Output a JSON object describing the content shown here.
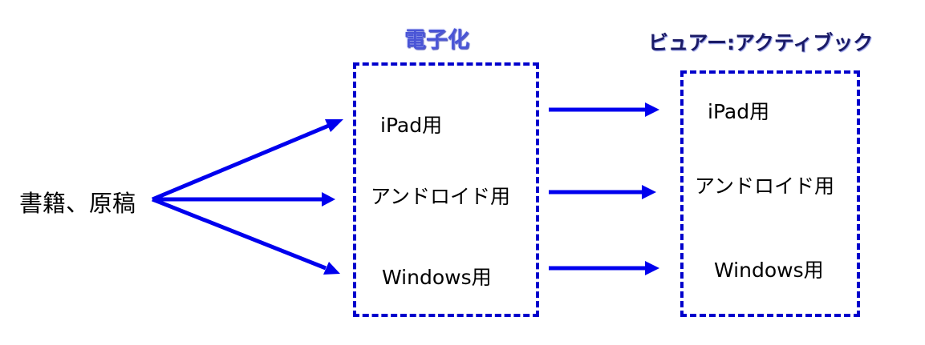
{
  "source_label": "書籍、原稿",
  "stage1": {
    "heading": "電子化",
    "items": [
      "iPad用",
      "アンドロイド用",
      "Windows用"
    ]
  },
  "stage2": {
    "heading": "ビュアー:アクティブック",
    "items": [
      "iPad用",
      "アンドロイド用",
      "Windows用"
    ]
  },
  "colors": {
    "arrow": "#0000ee",
    "box_border": "#0000cc",
    "heading_1": "#4a55d6",
    "heading_2": "#1a1a66"
  }
}
